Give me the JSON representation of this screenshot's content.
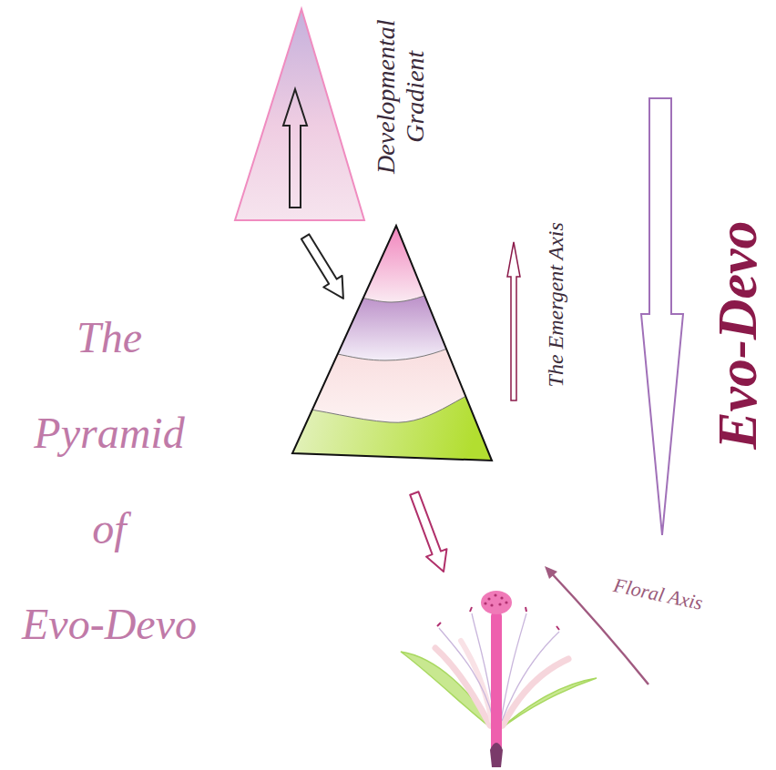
{
  "diagram": {
    "title": "The Pyramid of Evo-Devo",
    "nodes": [
      {
        "text": [
          "Developmental Gradient"
        ]
      },
      {
        "text": [
          "The Emergent Axis"
        ]
      },
      {
        "text": [
          "Floral Axis"
        ]
      }
    ],
    "edges": [
      {
        "from": 0,
        "to": 1,
        "arrow": "to"
      },
      {
        "from": 1,
        "to": 2,
        "arrow": "to"
      }
    ],
    "labels": [
      "Evo-Devo"
    ]
  }
}
